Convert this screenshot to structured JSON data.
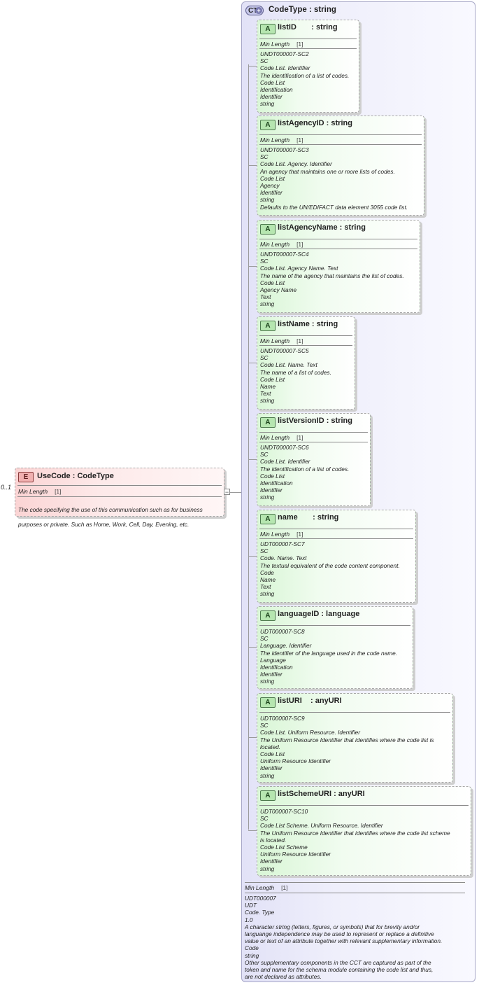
{
  "element": {
    "badge": "E",
    "title": "UseCode : CodeType",
    "cardinality": "0..1",
    "min_length_label": "Min Length",
    "min_length_value": "[1]",
    "lines": [
      "The code specifying the use of this communication such as for business",
      "purposes or private. Such as Home, Work, Cell, Day, Evening, etc."
    ]
  },
  "complex_type": {
    "badge": "CT",
    "title": "CodeType : string",
    "attributes": [
      {
        "name": "listID       : string",
        "has_min_length": true,
        "lines": [
          "UNDT000007-SC2",
          "SC",
          "Code List. Identifier",
          "The identification of a list of codes.",
          "Code List",
          "Identification",
          "Identifier",
          "string"
        ]
      },
      {
        "name": "listAgencyID : string",
        "has_min_length": true,
        "lines": [
          "UNDT000007-SC3",
          "SC",
          "Code List. Agency. Identifier",
          "An agency that maintains one or more lists of codes.",
          "Code List",
          "Agency",
          "Identifier",
          "string",
          "Defaults to the UN/EDIFACT data element 3055 code list."
        ]
      },
      {
        "name": "listAgencyName : string",
        "has_min_length": true,
        "lines": [
          "UNDT000007-SC4",
          "SC",
          "Code List. Agency Name. Text",
          "The name of the agency that maintains the list of codes.",
          "Code List",
          "Agency Name",
          "Text",
          "string"
        ]
      },
      {
        "name": "listName : string",
        "has_min_length": true,
        "lines": [
          "UNDT000007-SC5",
          "SC",
          "Code List. Name. Text",
          "The name of a list of codes.",
          "Code List",
          "Name",
          "Text",
          "string"
        ]
      },
      {
        "name": "listVersionID : string",
        "has_min_length": true,
        "lines": [
          "UNDT000007-SC6",
          "SC",
          "Code List. Identifier",
          "The identification of a list of codes.",
          "Code List",
          "Identification",
          "Identifier",
          "string"
        ]
      },
      {
        "name": "name       : string",
        "has_min_length": true,
        "lines": [
          "UDT000007-SC7",
          "SC",
          "Code. Name. Text",
          "The textual equivalent of the code content component.",
          "Code",
          "Name",
          "Text",
          "string"
        ]
      },
      {
        "name": "languageID : language",
        "has_min_length": false,
        "lines": [
          "UDT000007-SC8",
          "SC",
          "Language. Identifier",
          "The identifier of the language used in the code name.",
          "Language",
          "Identification",
          "Identifier",
          "string"
        ]
      },
      {
        "name": "listURI    : anyURI",
        "has_min_length": false,
        "lines": [
          "UDT000007-SC9",
          "SC",
          "Code List. Uniform Resource. Identifier",
          "The Uniform Resource Identifier that identifies where the code list is",
          "located.",
          "Code List",
          "Uniform Resource Identifier",
          "Identifier",
          "string"
        ]
      },
      {
        "name": "listSchemeURI : anyURI",
        "has_min_length": false,
        "lines": [
          "UDT000007-SC10",
          "SC",
          "Code List Scheme. Uniform Resource. Identifier",
          "The Uniform Resource Identifier that identifies where the code list scheme",
          "is located.",
          "Code List Scheme",
          "Uniform Resource Identifier",
          "Identifier",
          "string"
        ]
      }
    ],
    "attribute_badge": "A",
    "min_length_label": "Min Length",
    "min_length_value": "[1]",
    "footer_lines": [
      "UDT000007",
      "UDT",
      "Code. Type",
      "1.0",
      "A character string (letters, figures, or symbols) that for brevity and/or",
      "languange independence may be used to represent or replace a definitive",
      "value or text of an attribute together with relevant supplementary information.",
      "Code",
      "string",
      "Other supplementary components in the CCT are captured as part of the",
      "token and name for the schema module containing the code list and thus,",
      "are not declared as attributes."
    ]
  }
}
